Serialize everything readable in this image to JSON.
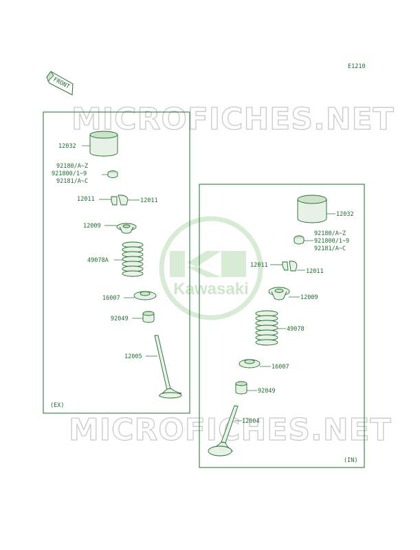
{
  "diagram": {
    "code": "E1210",
    "front_arrow_label": "FRONT",
    "watermark": "MICROFICHES.NET",
    "logo_text": "Kawasaki",
    "colors": {
      "line": "#1e6b2c",
      "fill": "#e8f1e6",
      "logo": "#b7dcb4",
      "watermark": "#c9c9c9"
    },
    "exhaust_panel": {
      "tag": "(EX)",
      "labels": {
        "tappet": "12032",
        "shim_a": "92180/A~Z",
        "shim_b": "921800/1~9",
        "shim_c": "92181/A~C",
        "cotter_left": "12011",
        "cotter_right": "12011",
        "retainer": "12009",
        "spring": "49078A",
        "seat": "16007",
        "seal": "92049",
        "valve": "12005"
      }
    },
    "intake_panel": {
      "tag": "(IN)",
      "labels": {
        "tappet": "12032",
        "shim_a": "92180/A~Z",
        "shim_b": "921800/1~9",
        "shim_c": "92181/A~C",
        "cotter_left": "12011",
        "cotter_right": "12011",
        "retainer": "12009",
        "spring": "49078",
        "seat": "16007",
        "seal": "92049",
        "valve": "12004"
      }
    }
  }
}
